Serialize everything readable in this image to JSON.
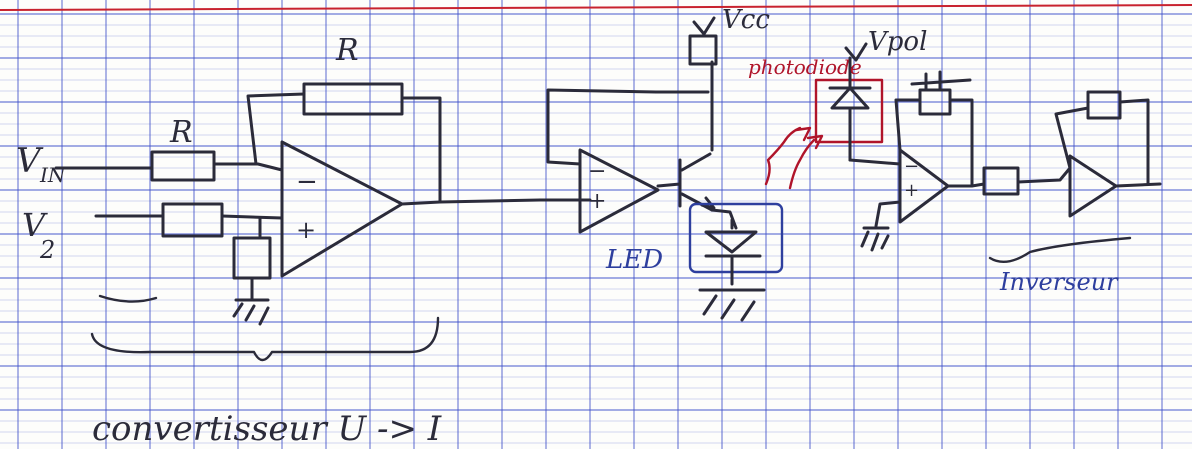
{
  "labels": {
    "vin": "V",
    "vin_sub": "IN",
    "v2": "V",
    "v2_sub": "2",
    "r_feedback": "R",
    "r_input": "R",
    "vcc": "Vcc",
    "vpol": "Vpol",
    "photodiode": "photodiode",
    "led": "LED",
    "converter_caption": "convertisseur U -> I",
    "inverter_caption": "Inverseur"
  },
  "colors": {
    "paper": "#fdfdfb",
    "grid": "#3e4fc9",
    "margin": "#c8222e",
    "ink": "#2b2b3a",
    "blue_ink": "#2e3f9e",
    "red_ink": "#b0142a"
  }
}
